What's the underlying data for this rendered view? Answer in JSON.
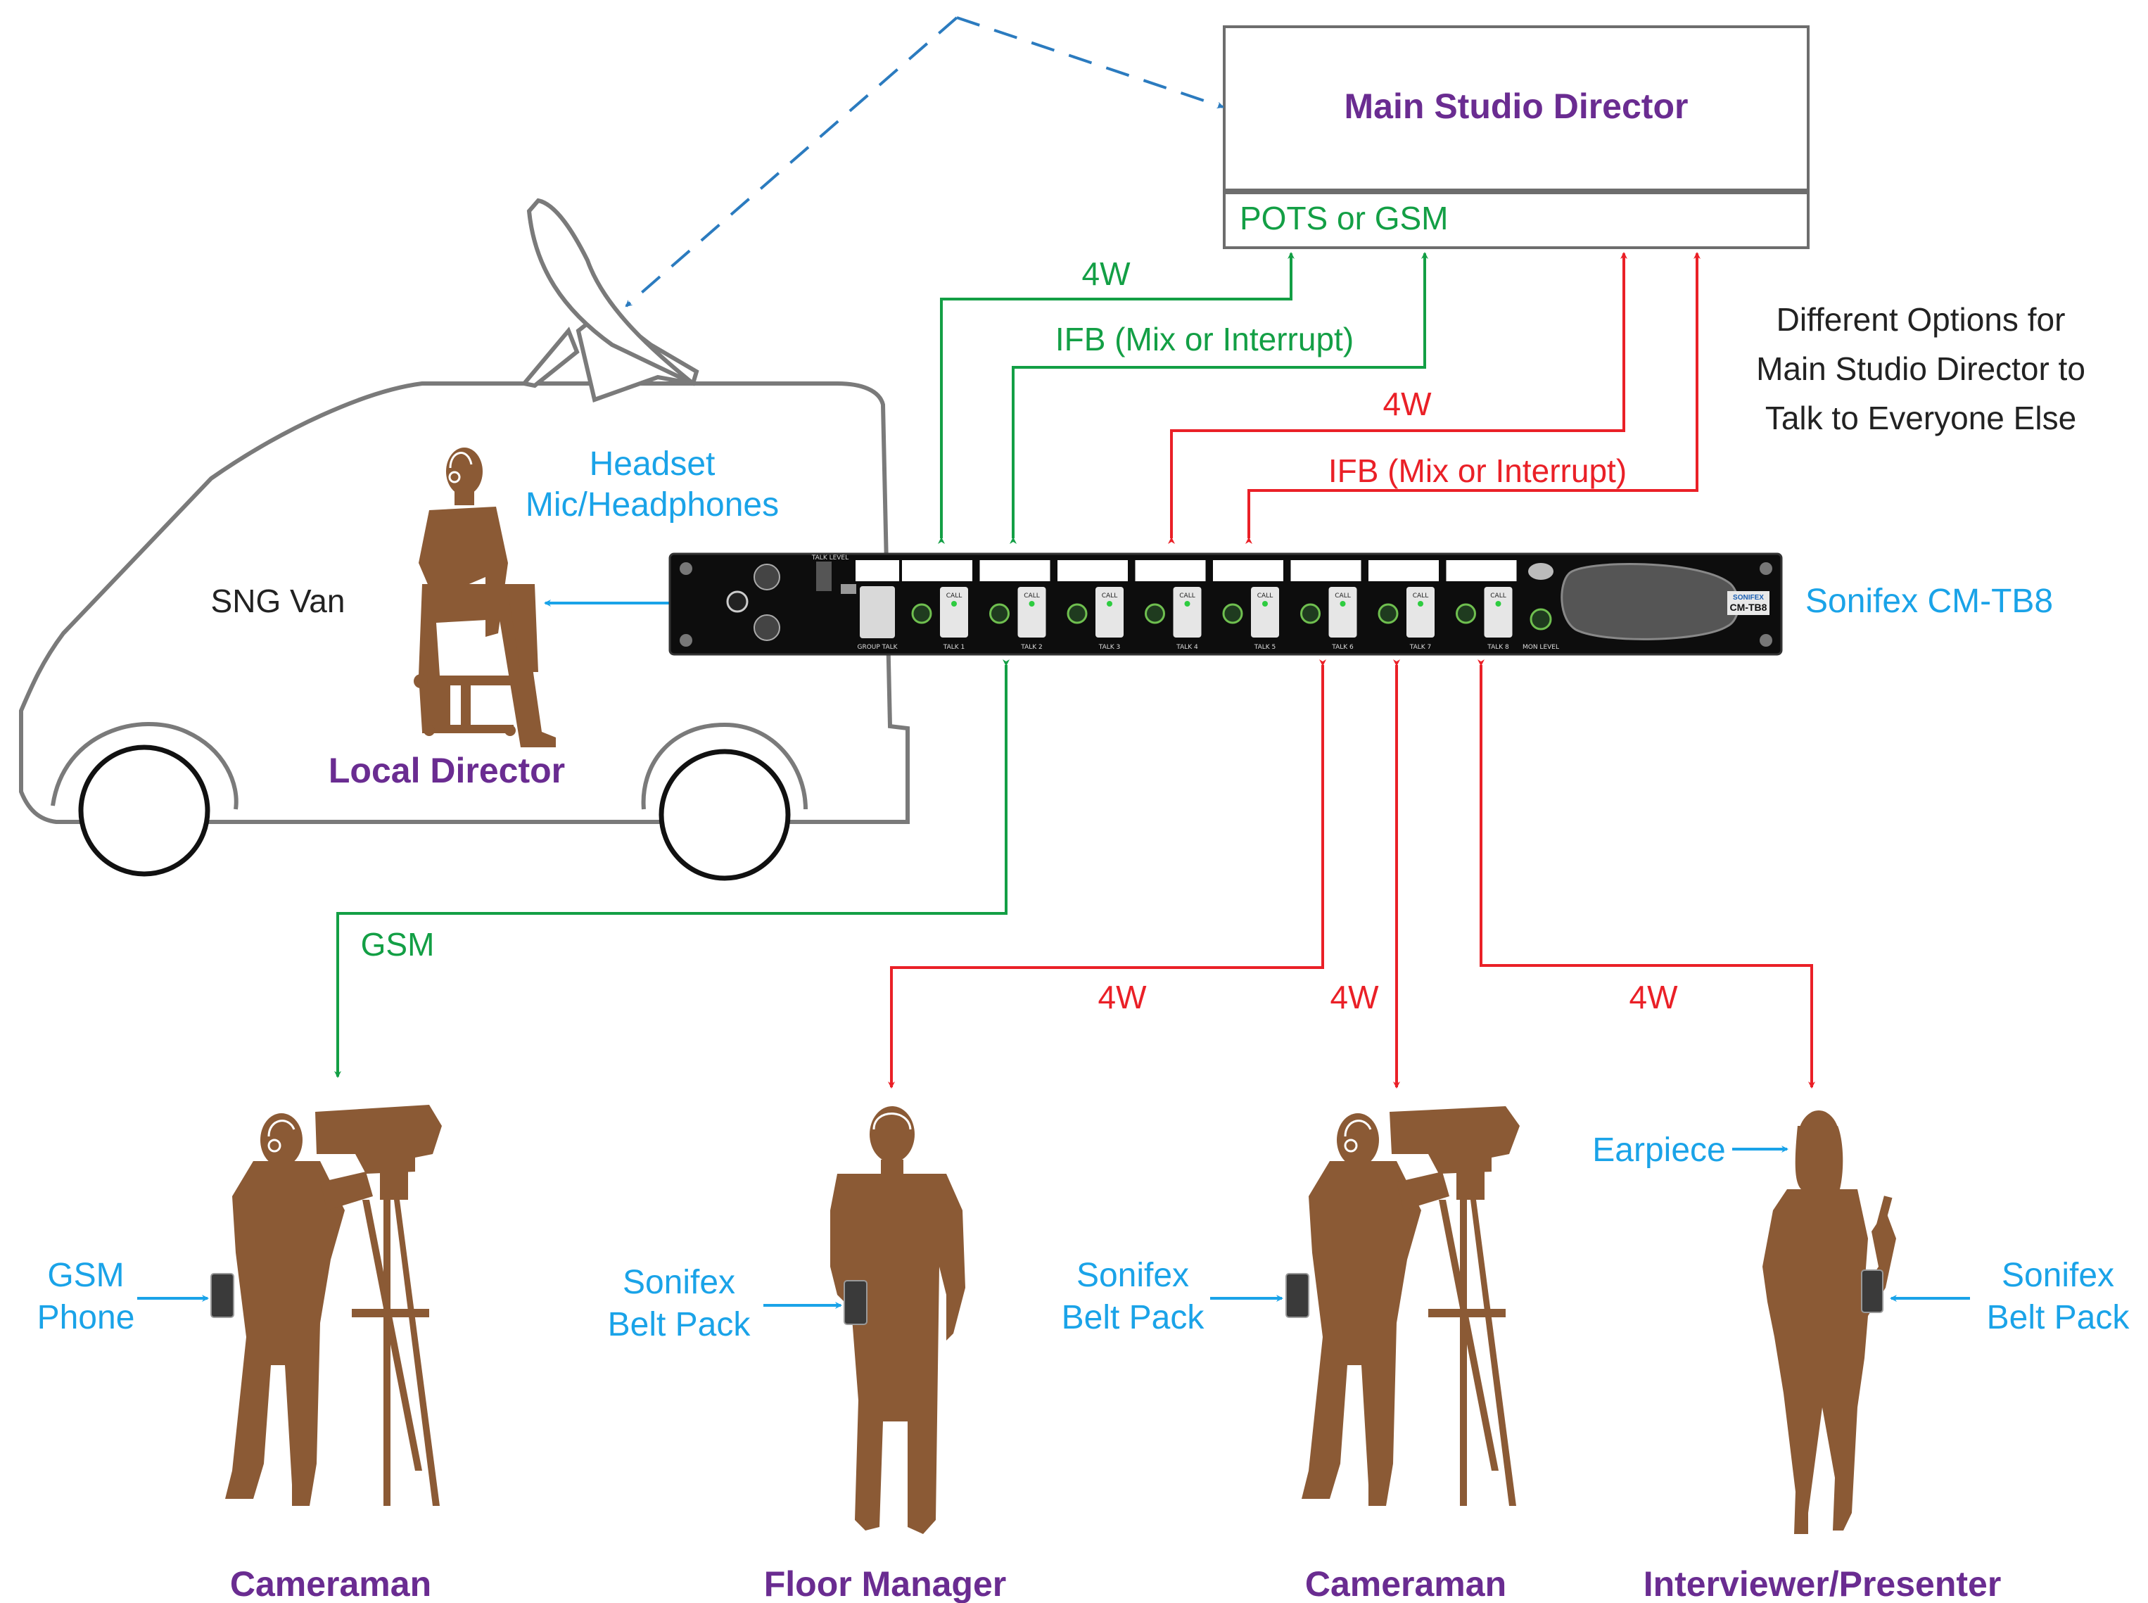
{
  "colors": {
    "green": "#139f45",
    "red": "#ea2027",
    "blue": "#1aa3e8",
    "dash_blue": "#2b7bbf",
    "purple": "#6a2c91",
    "silhouette": "#8b5a35",
    "outline": "#6d6d6d"
  },
  "studio": {
    "title": "Main Studio Director",
    "pots_label": "POTS or GSM"
  },
  "options_note": {
    "line1": "Different Options for",
    "line2": "Main Studio Director to",
    "line3": "Talk to Everyone Else"
  },
  "links": {
    "green_4w": "4W",
    "green_ifb": "IFB (Mix or Interrupt)",
    "red_4w": "4W",
    "red_ifb": "IFB (Mix or Interrupt)",
    "gsm": "GSM",
    "fm_4w": "4W",
    "cam2_4w": "4W",
    "presenter_4w": "4W"
  },
  "van": {
    "label": "SNG Van",
    "headset_line1": "Headset",
    "headset_line2": "Mic/Headphones",
    "local_director": "Local Director"
  },
  "device": {
    "name": "Sonifex CM-TB8",
    "brand": "SONIFEX",
    "model": "CM-TB8",
    "talk_labels": [
      "TALK 1",
      "TALK 2",
      "TALK 3",
      "TALK 4",
      "TALK 5",
      "TALK 6",
      "TALK 7",
      "TALK 8"
    ],
    "call_label": "CALL",
    "group_talk": "GROUP TALK",
    "mon_level": "MON LEVEL",
    "talk_level": "TALK LEVEL"
  },
  "people": {
    "cameraman1": "Cameraman",
    "floor_manager": "Floor Manager",
    "cameraman2": "Cameraman",
    "presenter": "Interviewer/Presenter"
  },
  "callouts": {
    "gsm_phone_line1": "GSM",
    "gsm_phone_line2": "Phone",
    "belt_fm_line1": "Sonifex",
    "belt_fm_line2": "Belt Pack",
    "belt_cam2_line1": "Sonifex",
    "belt_cam2_line2": "Belt Pack",
    "earpiece": "Earpiece",
    "belt_pres_line1": "Sonifex",
    "belt_pres_line2": "Belt Pack"
  }
}
